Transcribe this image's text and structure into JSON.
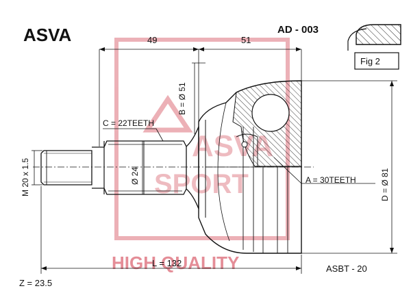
{
  "brand": "ASVA",
  "part_number": "AD - 003",
  "fig_label": "Fig 2",
  "dims": {
    "length_left": "49",
    "length_right": "51",
    "b_diameter": "B = Ø 51",
    "c_teeth": "C = 22TEETH",
    "thread": "M 20 x 1.5",
    "shaft_diameter": "Ø 24",
    "a_teeth": "A = 30TEETH",
    "d_diameter": "D = Ø 81",
    "total_length": "L = 132",
    "z_value": "Z = 23.5",
    "code": "ASBT - 20"
  },
  "watermark": {
    "brand_1": "ASVA",
    "brand_2": "SPORT",
    "slogan": "HIGH QUALITY"
  },
  "colors": {
    "ink": "#111111",
    "watermark": "#e07a85"
  }
}
